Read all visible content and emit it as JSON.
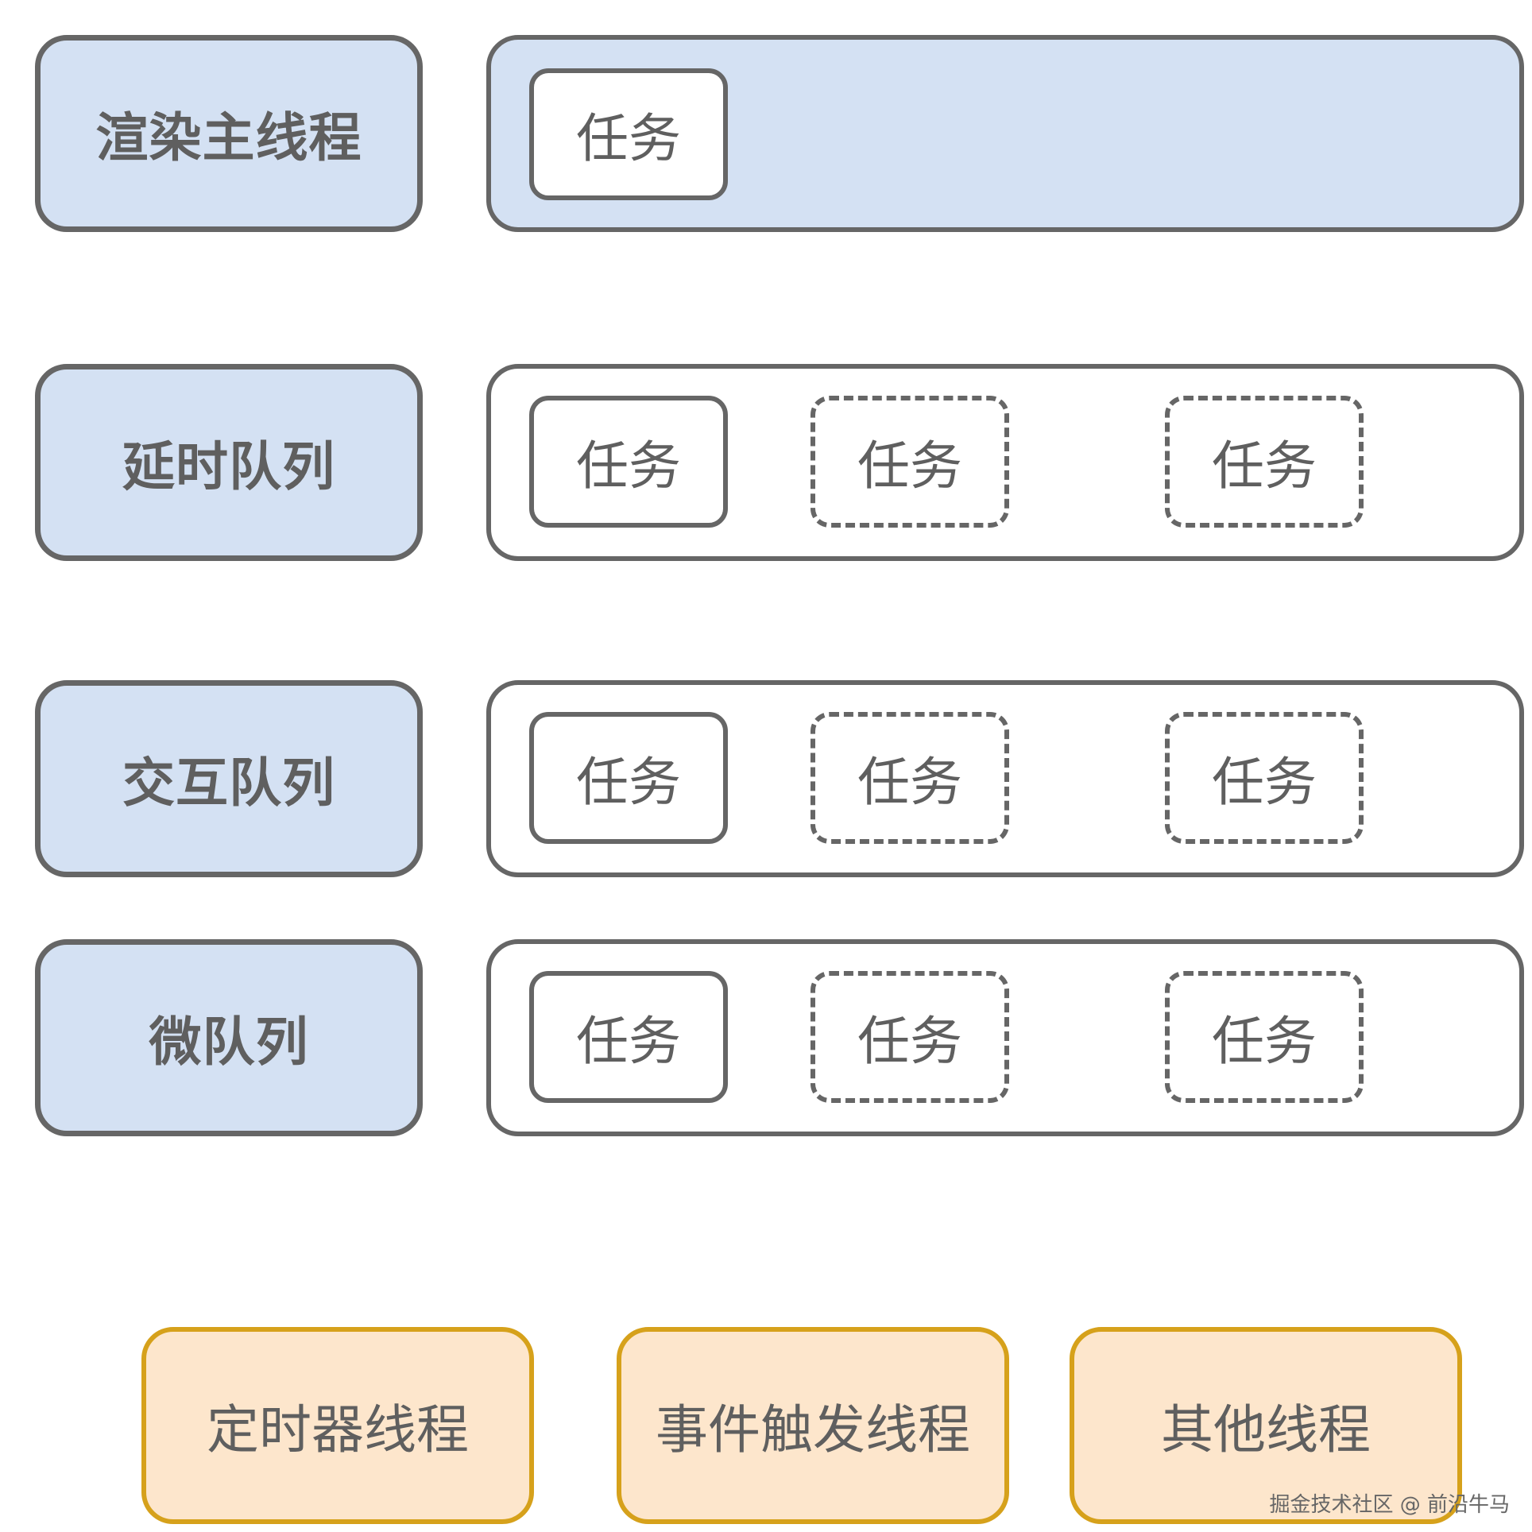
{
  "rows": [
    {
      "label": "渲染主线程",
      "tasks": [
        {
          "text": "任务",
          "state": "active"
        }
      ]
    },
    {
      "label": "延时队列",
      "tasks": [
        {
          "text": "任务",
          "state": "active"
        },
        {
          "text": "任务",
          "state": "pending"
        },
        {
          "text": "任务",
          "state": "pending"
        }
      ]
    },
    {
      "label": "交互队列",
      "tasks": [
        {
          "text": "任务",
          "state": "active"
        },
        {
          "text": "任务",
          "state": "pending"
        },
        {
          "text": "任务",
          "state": "pending"
        }
      ]
    },
    {
      "label": "微队列",
      "tasks": [
        {
          "text": "任务",
          "state": "active"
        },
        {
          "text": "任务",
          "state": "pending"
        },
        {
          "text": "任务",
          "state": "pending"
        }
      ]
    }
  ],
  "threads": [
    "定时器线程",
    "事件触发线程",
    "其他线程"
  ],
  "watermark": "掘金技术社区 @ 前沿牛马",
  "colors": {
    "queue_fill": "#d4e1f3",
    "border_gray": "#666666",
    "thread_fill": "#fde6cc",
    "thread_border": "#d6a11b"
  }
}
